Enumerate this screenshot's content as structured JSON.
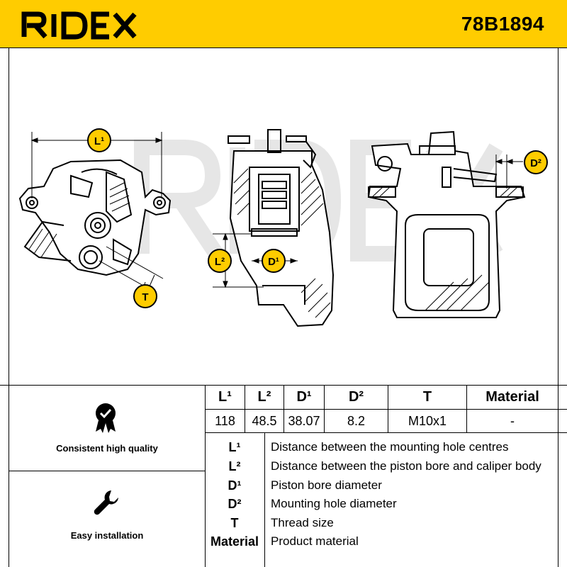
{
  "brand": {
    "logo_text": "RIDEX",
    "part_number": "78B1894"
  },
  "dimension_labels": {
    "l1": "L¹",
    "l2": "L²",
    "d1": "D¹",
    "d2": "D²",
    "t": "T"
  },
  "specs": {
    "headers": [
      "L¹",
      "L²",
      "D¹",
      "D²",
      "T",
      "Material"
    ],
    "values": [
      "118",
      "48.5",
      "38.07",
      "8.2",
      "M10x1",
      "-"
    ]
  },
  "features": [
    {
      "icon": "quality-check-icon",
      "label": "Consistent high quality"
    },
    {
      "icon": "wrench-icon",
      "label": "Easy installation"
    }
  ],
  "legend": [
    {
      "symbol": "L¹",
      "description": "Distance between the mounting hole centres"
    },
    {
      "symbol": "L²",
      "description": "Distance between the piston bore and caliper body"
    },
    {
      "symbol": "D¹",
      "description": "Piston bore diameter"
    },
    {
      "symbol": "D²",
      "description": "Mounting hole diameter"
    },
    {
      "symbol": "T",
      "description": "Thread size"
    },
    {
      "symbol": "Material",
      "description": "Product material"
    }
  ],
  "colors": {
    "brand_yellow": "#ffcc00",
    "text": "#000000",
    "watermark": "#e6e6e6"
  }
}
